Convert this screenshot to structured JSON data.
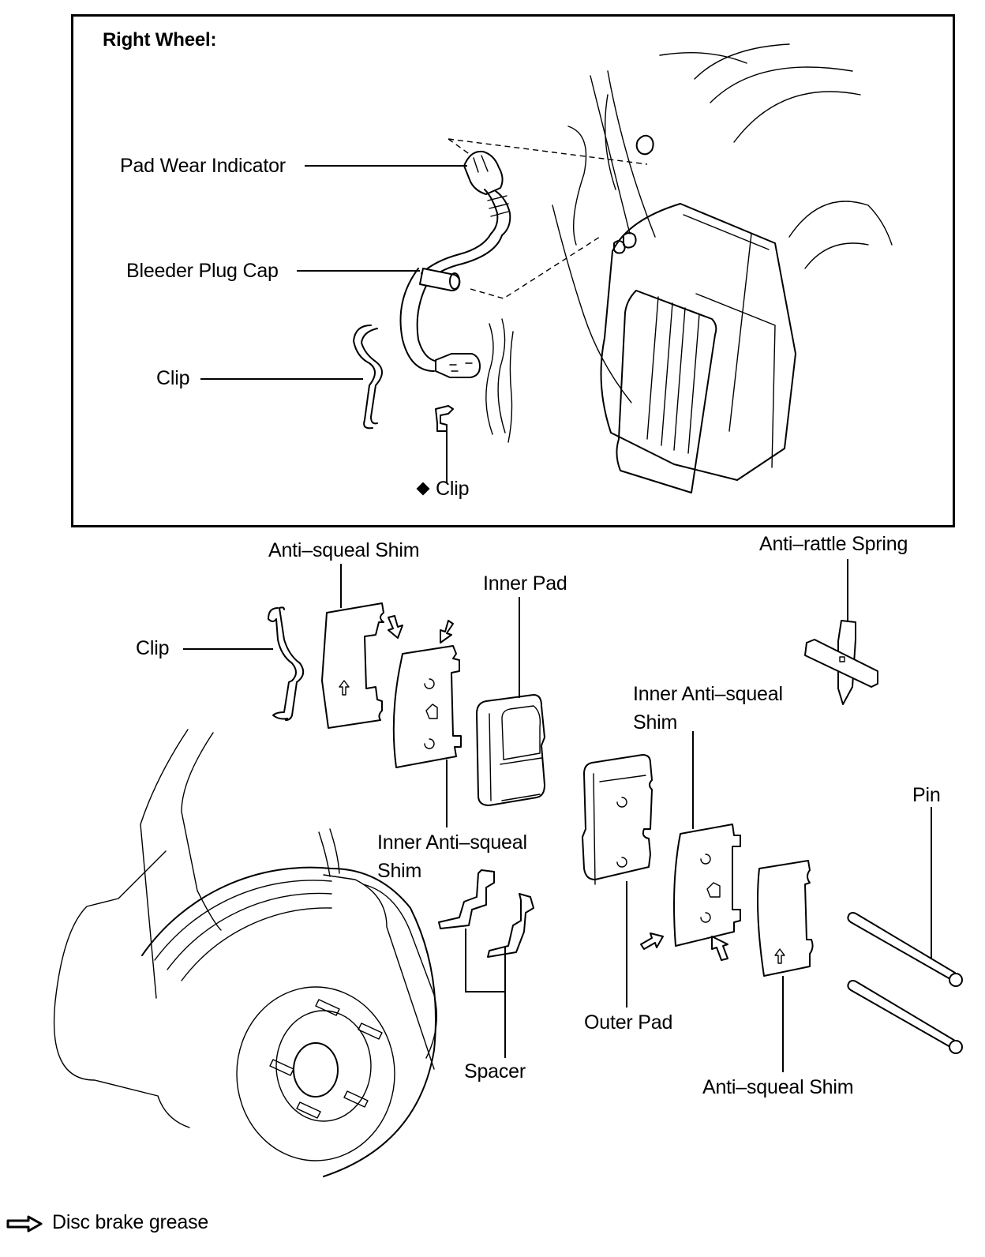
{
  "section_title": "Right Wheel:",
  "inset_labels": {
    "pad_wear_indicator": "Pad Wear Indicator",
    "bleeder_plug_cap": "Bleeder Plug Cap",
    "clip_left": "Clip",
    "clip_marked": "Clip",
    "clip_marked_symbol": "diamond-bullet"
  },
  "exploded_labels": {
    "anti_squeal_shim_top": "Anti–squeal Shim",
    "inner_pad": "Inner Pad",
    "anti_rattle_spring": "Anti–rattle Spring",
    "clip": "Clip",
    "inner_anti_squeal_shim_right_line1": "Inner  Anti–squeal",
    "inner_anti_squeal_shim_right_line2": "Shim",
    "inner_anti_squeal_shim_left_line1": "Inner  Anti–squeal",
    "inner_anti_squeal_shim_left_line2": "Shim",
    "pin": "Pin",
    "outer_pad": "Outer Pad",
    "spacer": "Spacer",
    "anti_squeal_shim_bottom": "Anti–squeal Shim"
  },
  "legend": {
    "icon": "outline-arrow-icon",
    "text": "Disc brake grease"
  }
}
